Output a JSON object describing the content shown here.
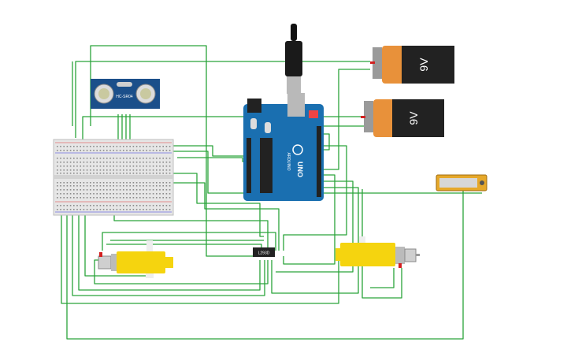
{
  "battery_top": {
    "label": "9V"
  },
  "battery_bottom": {
    "label": "9V"
  },
  "ultrasonic": {
    "label": "HC-SR04"
  },
  "arduino": {
    "brand": "ARDUINO",
    "model": "UNO"
  },
  "driver": {
    "label": "L293D"
  },
  "colors": {
    "wire": "#2aa33a",
    "arduino_board": "#1a6fb0",
    "motor_body": "#f5d40f",
    "battery_orange": "#e8913a",
    "battery_black": "#222222"
  }
}
